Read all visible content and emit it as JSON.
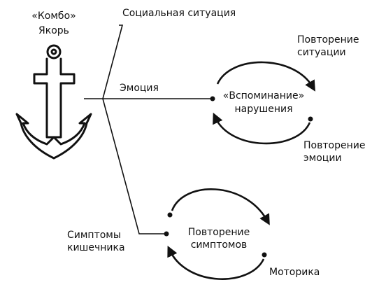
{
  "anchor": {
    "line1": "«Комбо»",
    "line2": "Якорь"
  },
  "branches": {
    "social": "Социальная ситуация",
    "emotion": "Эмоция",
    "symptoms_line1": "Симптомы",
    "symptoms_line2": "кишечника"
  },
  "cycle_top": {
    "center_line1": "«Вспоминание»",
    "center_line2": "нарушения",
    "upper_line1": "Повторение",
    "upper_line2": "ситуации",
    "lower_line1": "Повторение",
    "lower_line2": "эмоции"
  },
  "cycle_bottom": {
    "center_line1": "Повторение",
    "center_line2": "симптомов",
    "lower": "Моторика"
  },
  "colors": {
    "ink": "#111111",
    "background": "#ffffff"
  }
}
